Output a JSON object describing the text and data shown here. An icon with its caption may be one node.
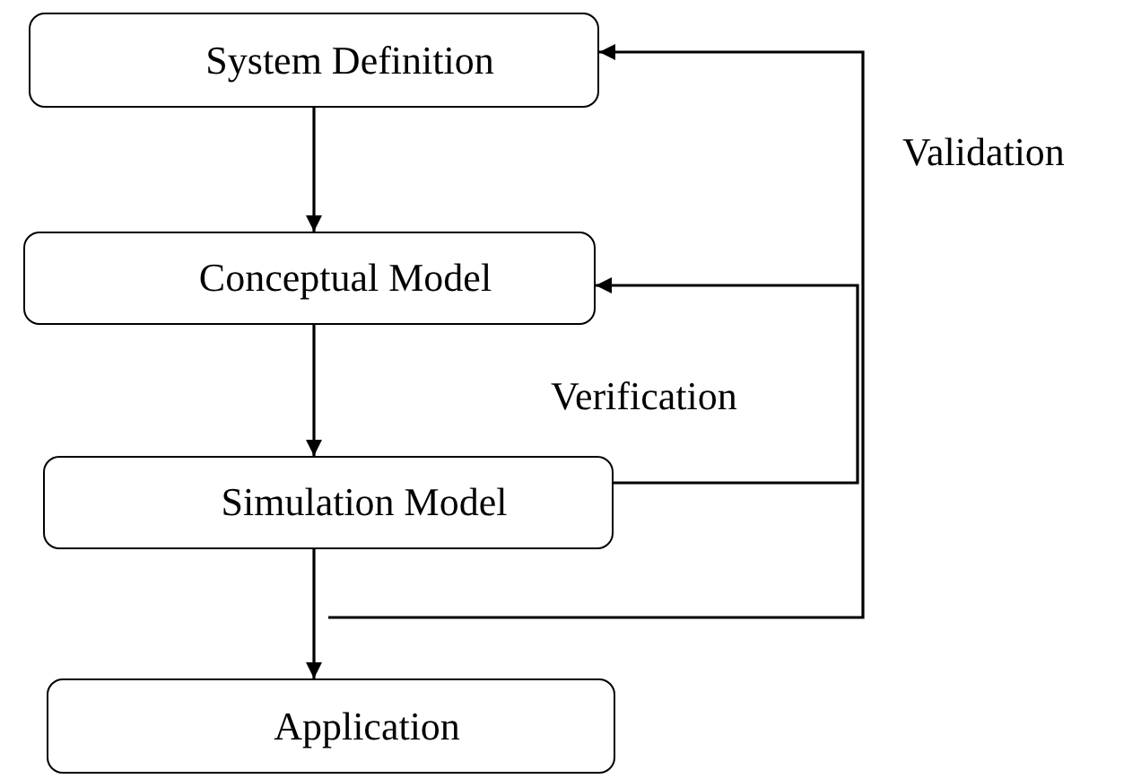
{
  "diagram": {
    "nodes": [
      {
        "text": [
          "System Definition"
        ]
      },
      {
        "text": [
          "Conceptual Model"
        ]
      },
      {
        "text": [
          "Simulation Model"
        ]
      },
      {
        "text": [
          "Application"
        ]
      }
    ],
    "edges": [
      {
        "from": 0,
        "to": 1,
        "arrow": "to"
      },
      {
        "from": 1,
        "to": 2,
        "arrow": "to"
      },
      {
        "from": 2,
        "to": 3,
        "arrow": "to"
      },
      {
        "from": 2,
        "to": 1,
        "arrow": "to",
        "label": "Verification"
      },
      {
        "from": null,
        "to": 0,
        "arrow": "to",
        "label": "Validation"
      }
    ]
  }
}
